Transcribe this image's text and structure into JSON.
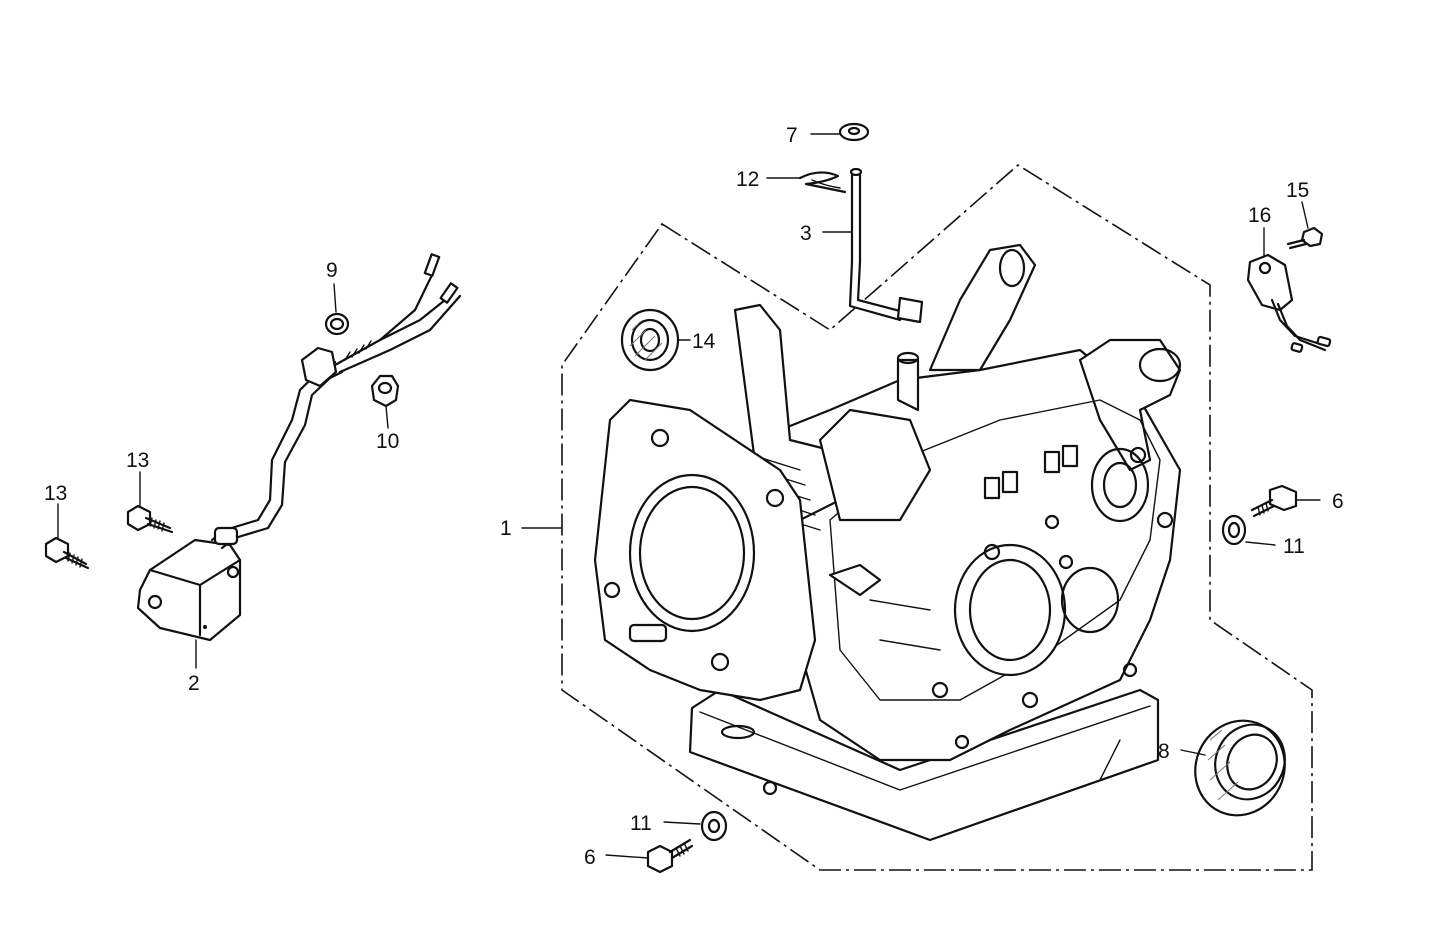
{
  "diagram": {
    "callouts": [
      {
        "id": "c1",
        "label": "1"
      },
      {
        "id": "c2",
        "label": "2"
      },
      {
        "id": "c3",
        "label": "3"
      },
      {
        "id": "c6a",
        "label": "6"
      },
      {
        "id": "c6b",
        "label": "6"
      },
      {
        "id": "c7",
        "label": "7"
      },
      {
        "id": "c8",
        "label": "8"
      },
      {
        "id": "c9",
        "label": "9"
      },
      {
        "id": "c10",
        "label": "10"
      },
      {
        "id": "c11a",
        "label": "11"
      },
      {
        "id": "c11b",
        "label": "11"
      },
      {
        "id": "c12",
        "label": "12"
      },
      {
        "id": "c13a",
        "label": "13"
      },
      {
        "id": "c13b",
        "label": "13"
      },
      {
        "id": "c14",
        "label": "14"
      },
      {
        "id": "c15",
        "label": "15"
      },
      {
        "id": "c16",
        "label": "16"
      }
    ]
  }
}
